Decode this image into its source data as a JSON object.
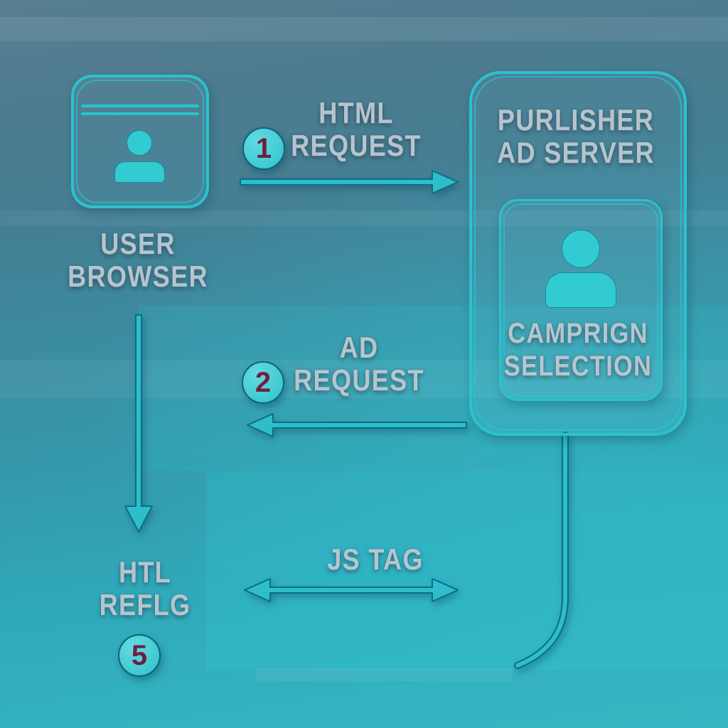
{
  "nodes": {
    "user_browser": {
      "line1": "USER",
      "line2": "BROWSER"
    },
    "publisher_ad_server": {
      "line1": "PURLISHER",
      "line2": "AD SERVER"
    },
    "campaign_selection": {
      "line1": "CAMPRIGN",
      "line2": "SELECTION"
    }
  },
  "steps": {
    "html_request": {
      "badge": "1",
      "line1": "HTML",
      "line2": "REQUEST"
    },
    "ad_request": {
      "badge": "2",
      "line1": "AD",
      "line2": "REQUEST"
    },
    "js_tag": {
      "label": "JS TAG"
    },
    "html_render": {
      "badge": "5",
      "line1": "HTL",
      "line2": "REFLG"
    }
  },
  "colors": {
    "accent_cyan": "#29c3cf",
    "arrow_fill": "#2ebdcb",
    "arrow_outline": "#0a6e85",
    "badge_fill": "#3bcad2",
    "badge_number": "#6e2040",
    "label_text": "#c4cfd8",
    "background_top": "#587f91",
    "background_bottom": "#36b5c3"
  }
}
